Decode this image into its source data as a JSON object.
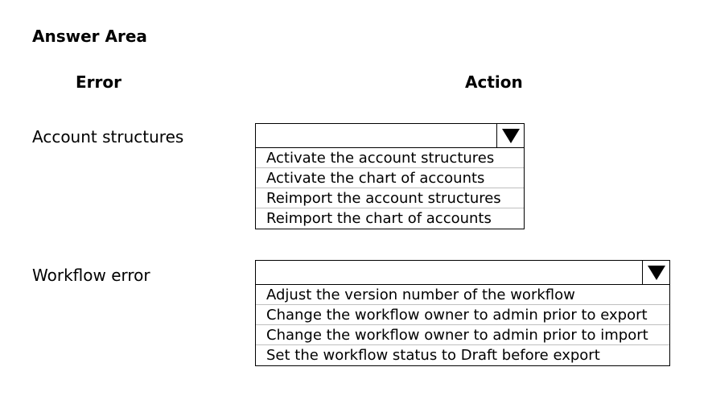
{
  "answer_area": {
    "title": "Answer Area"
  },
  "columns": {
    "error": "Error",
    "action": "Action"
  },
  "rows": [
    {
      "label": "Account structures",
      "dropdown": {
        "selected": "",
        "icon": "triangle-down-icon",
        "options": [
          "Activate the account structures",
          "Activate the chart of accounts",
          "Reimport the account structures",
          "Reimport the chart of accounts"
        ]
      }
    },
    {
      "label": "Workflow error",
      "dropdown": {
        "selected": "",
        "icon": "triangle-down-icon",
        "options": [
          "Adjust the version number of the workflow",
          "Change the workflow owner to admin prior to export",
          "Change the workflow owner to admin prior to import",
          "Set the workflow status to Draft before export"
        ]
      }
    }
  ]
}
